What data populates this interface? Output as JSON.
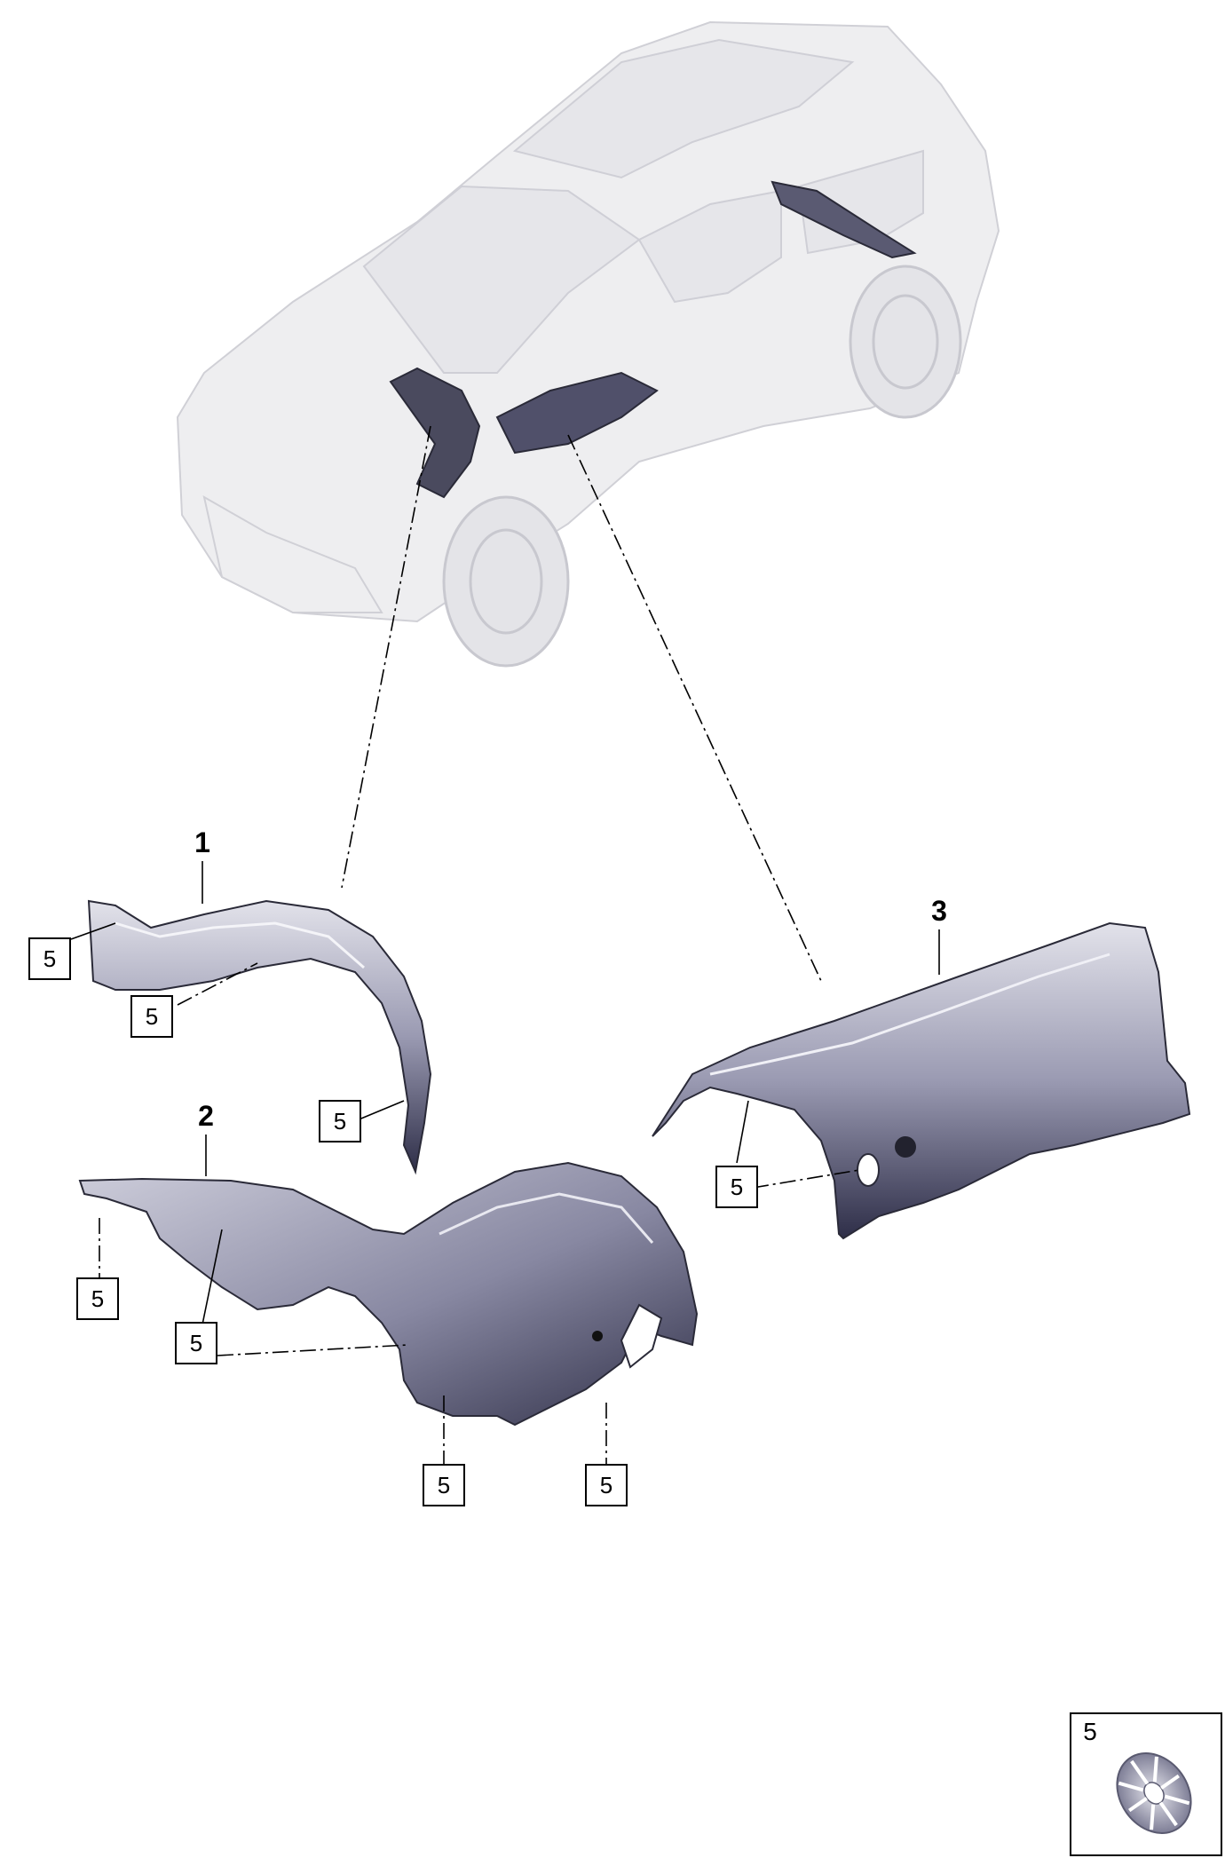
{
  "parts": [
    {
      "number": "1"
    },
    {
      "number": "2"
    },
    {
      "number": "3"
    }
  ],
  "callout_label": "5",
  "legend": {
    "label": "5"
  },
  "colors": {
    "shield_dark": "#3a3a55",
    "shield_mid": "#8e8ea6",
    "shield_light": "#d8d8e2",
    "car_ghost": "#eeeef0"
  }
}
